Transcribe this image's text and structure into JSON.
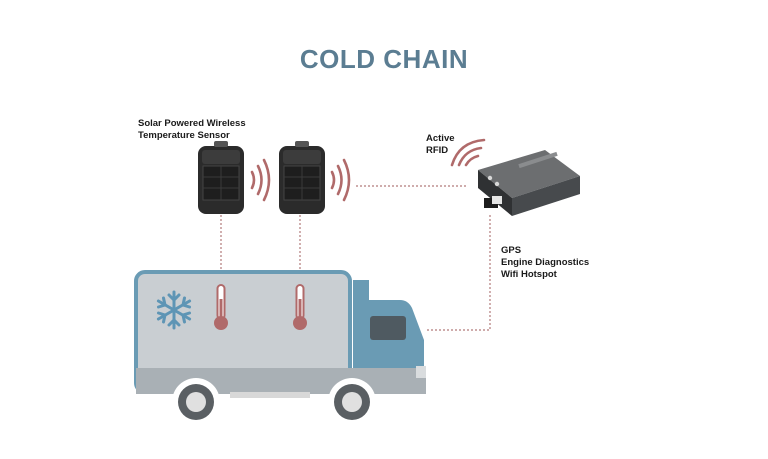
{
  "title": "COLD CHAIN",
  "sensor_label": {
    "line1": "Solar Powered Wireless",
    "line2": "Temperature Sensor"
  },
  "rfid_label": {
    "line1": "Active",
    "line2": "RFID"
  },
  "gateway_label": {
    "line1": "GPS",
    "line2": "Engine Diagnostics",
    "line3": "Wifi Hotspot"
  },
  "colors": {
    "title": "#5b7d92",
    "truck_body": "#c9ced2",
    "truck_outline": "#6a9bb4",
    "signal_waves": "#b06a6a",
    "dotted_link": "#b27a7a",
    "device_dark": "#2b2b2b"
  },
  "icons": [
    "snowflake-icon",
    "thermometer-icon",
    "thermometer-icon",
    "wireless-signal-icon"
  ]
}
